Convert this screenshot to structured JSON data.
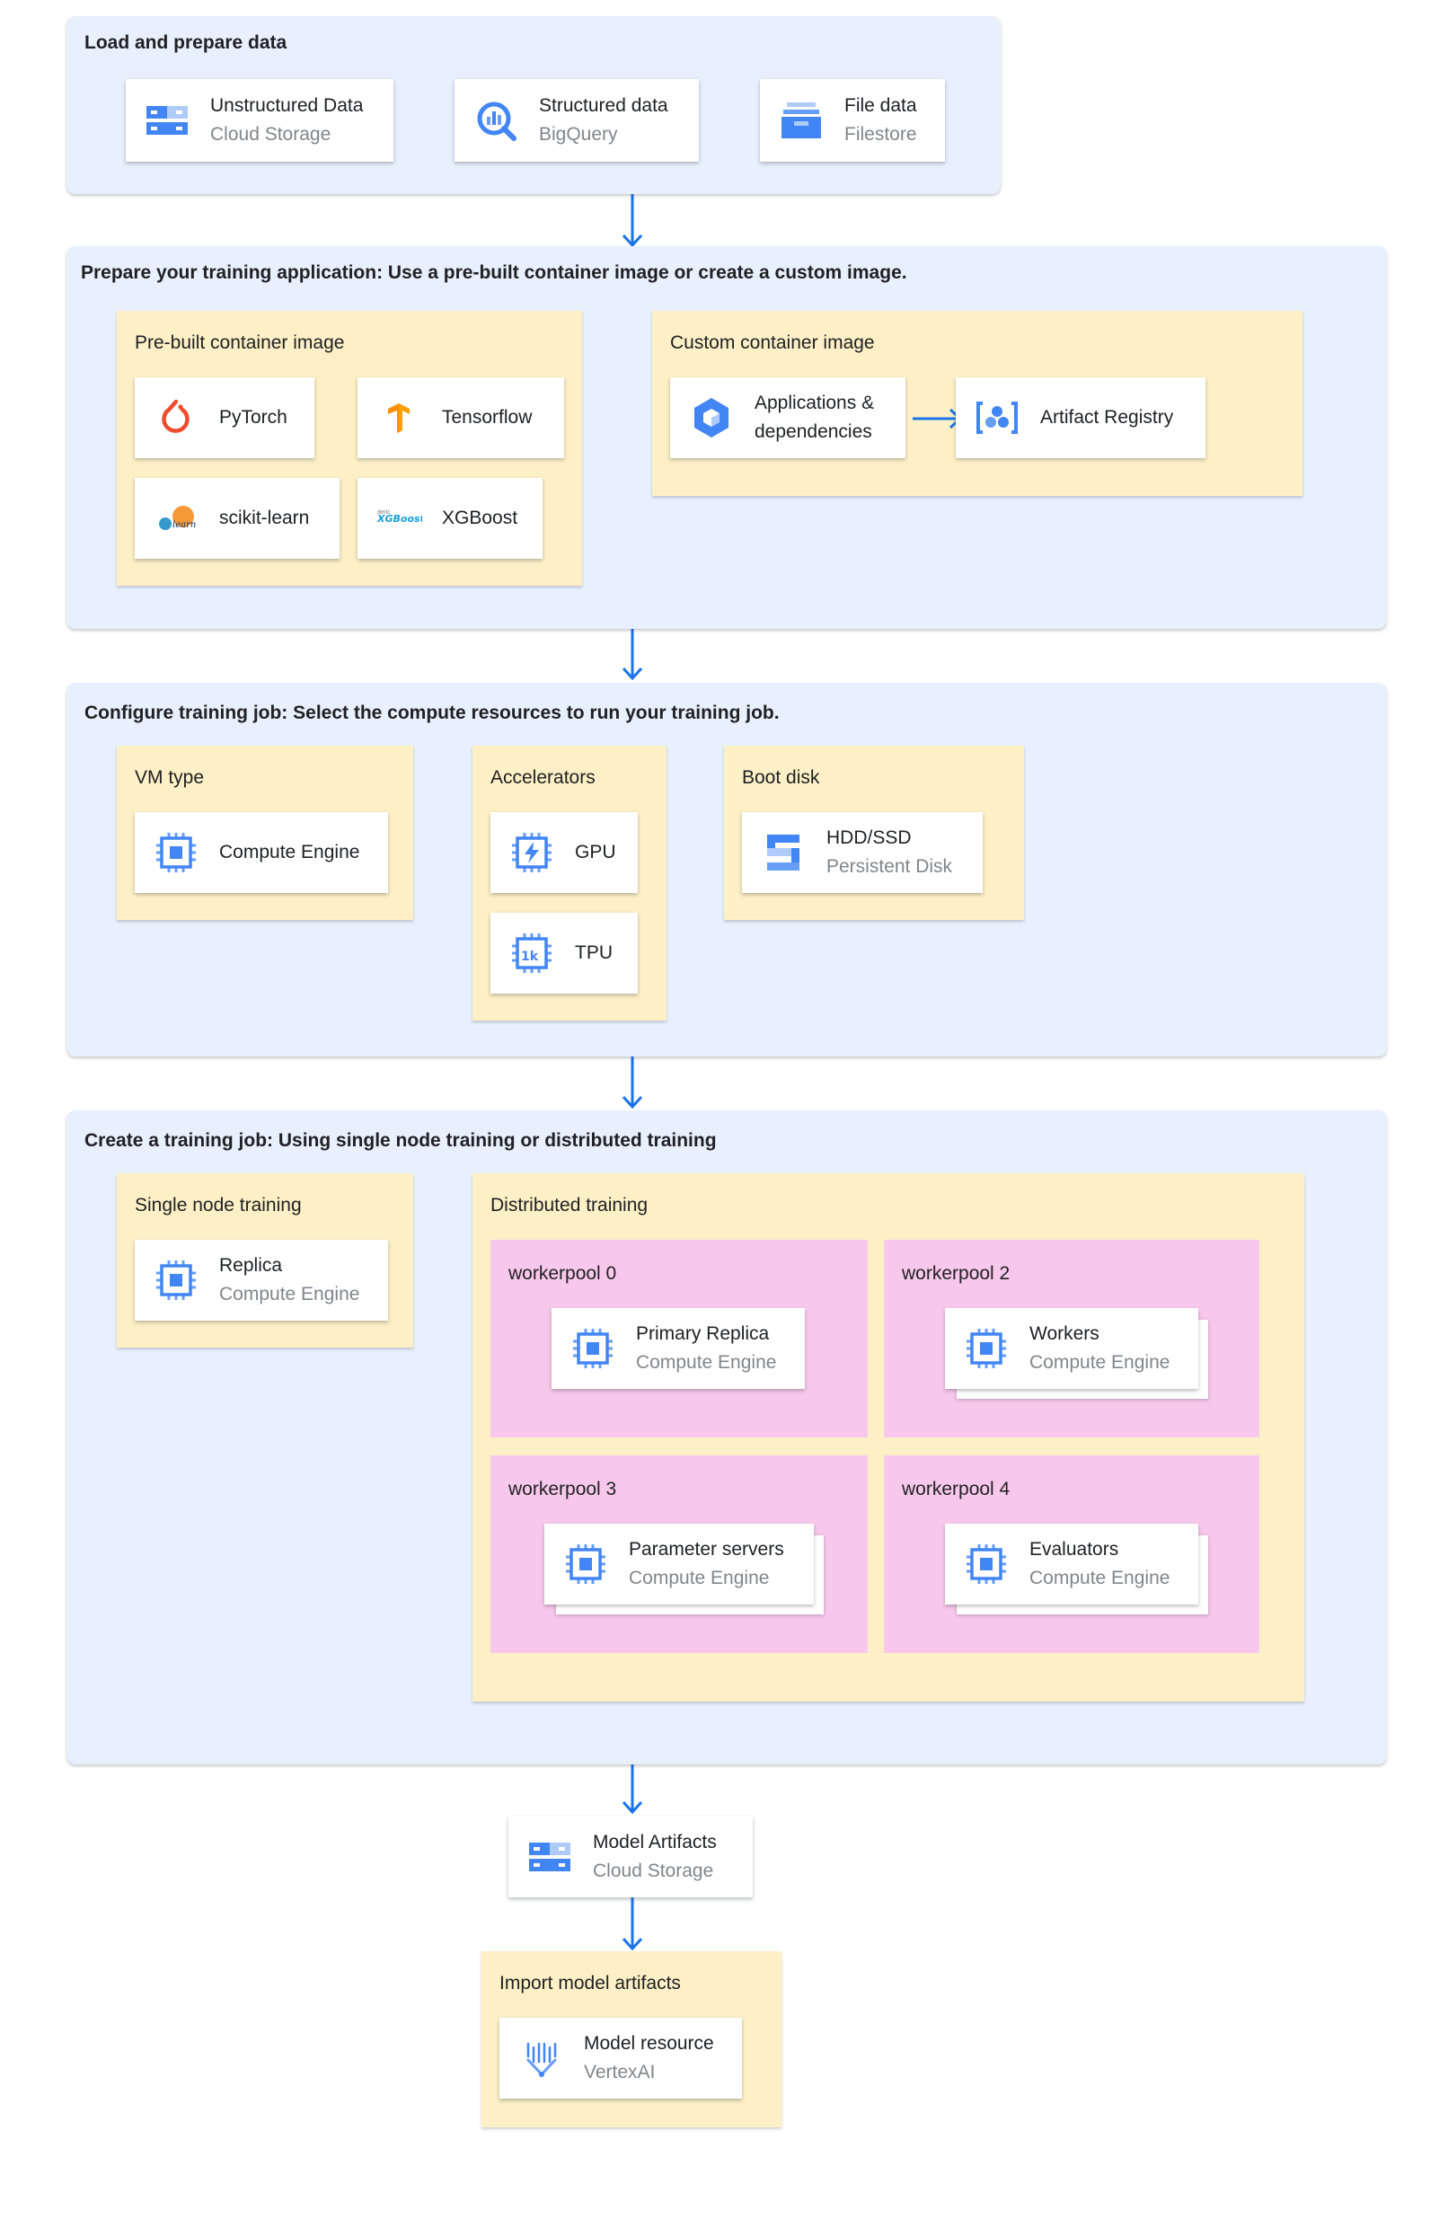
{
  "load": {
    "title": "Load and prepare data",
    "unstructured": {
      "name": "Unstructured Data",
      "service": "Cloud Storage",
      "icon": "storage-icon"
    },
    "structured": {
      "name": "Structured data",
      "service": "BigQuery",
      "icon": "bigquery-icon"
    },
    "file": {
      "name": "File data",
      "service": "Filestore",
      "icon": "filestore-icon"
    }
  },
  "prepare": {
    "title": "Prepare your training application: Use a pre-built container image or create a custom image.",
    "prebuilt": {
      "title": "Pre-built container image",
      "pytorch": "PyTorch",
      "tensorflow": "Tensorflow",
      "sklearn": "scikit-learn",
      "xgboost": "XGBoost"
    },
    "custom": {
      "title": "Custom container image",
      "apps_line1": "Applications &",
      "apps_line2": "dependencies",
      "registry": "Artifact Registry"
    }
  },
  "configure": {
    "title": "Configure training job: Select the compute resources to run your training job.",
    "vm": {
      "title": "VM type",
      "item": "Compute Engine"
    },
    "accelerators": {
      "title": "Accelerators",
      "gpu": "GPU",
      "tpu": "TPU"
    },
    "boot": {
      "title": "Boot disk",
      "name": "HDD/SSD",
      "service": "Persistent Disk"
    }
  },
  "create": {
    "title": "Create a training job: Using single node training or distributed training",
    "single": {
      "title": "Single node training",
      "name": "Replica",
      "service": "Compute Engine"
    },
    "distributed": {
      "title": "Distributed training",
      "pool0": {
        "title": "workerpool 0",
        "name": "Primary Replica",
        "service": "Compute Engine"
      },
      "pool2": {
        "title": "workerpool 2",
        "name": "Workers",
        "service": "Compute Engine"
      },
      "pool3": {
        "title": "workerpool 3",
        "name": "Parameter servers",
        "service": "Compute Engine"
      },
      "pool4": {
        "title": "workerpool 4",
        "name": "Evaluators",
        "service": "Compute Engine"
      }
    }
  },
  "artifacts": {
    "name": "Model Artifacts",
    "service": "Cloud Storage"
  },
  "import": {
    "title": "Import model artifacts",
    "name": "Model resource",
    "service": "VertexAI"
  },
  "colors": {
    "panel": "#e8f0fe",
    "group": "#fdf0c6",
    "pool": "#f8c8ec",
    "arrow": "#1a73e8",
    "icon_blue": "#4285f4",
    "icon_light": "#aecbfa"
  }
}
